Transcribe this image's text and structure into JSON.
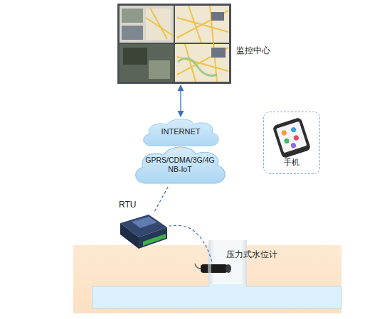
{
  "diagram": {
    "nodes": [
      {
        "text": [
          "监控中心"
        ]
      },
      {
        "text": [
          "INTERNET"
        ]
      },
      {
        "text": [
          "GPRS/CDMA/3G/4G NB-IoT"
        ]
      },
      {
        "text": [
          "手机"
        ]
      },
      {
        "text": [
          "RTU"
        ]
      },
      {
        "text": [
          "压力式水位计"
        ]
      }
    ],
    "edges": [
      {
        "from": 0,
        "to": 1,
        "arrow": "both"
      },
      {
        "from": 2,
        "to": 4,
        "arrow": "none"
      },
      {
        "from": 4,
        "to": 5,
        "arrow": "none"
      }
    ]
  }
}
